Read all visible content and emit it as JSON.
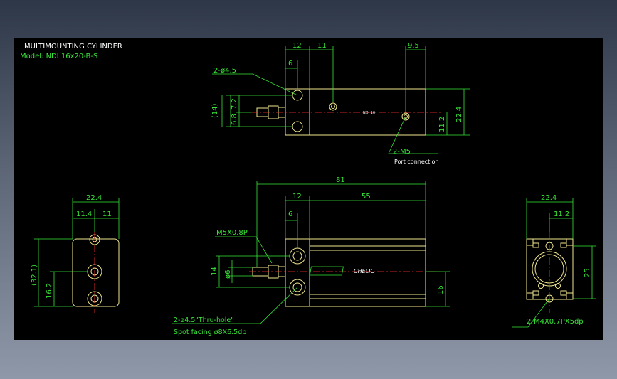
{
  "title": "MULTIMOUNTING CYLINDER",
  "model": "Model:  NDI 16x20-B-S",
  "top_view": {
    "dims": [
      "12",
      "11",
      "9.5",
      "6",
      "(14)",
      "6.8",
      "7.2",
      "11.2",
      "22.4"
    ],
    "hole_label": "2-ø4.5",
    "port_label": "2-M5",
    "port_note": "Port connection",
    "body_mark": "NDI 16"
  },
  "front_view": {
    "dims": [
      "81",
      "12",
      "55",
      "6",
      "14",
      "ø6",
      "16"
    ],
    "thread_label": "M5X0.8P",
    "hole_label": "2-ø4.5\"Thru-hole\"",
    "spot_label": "Spot facing  ø8X6.5dp",
    "brand": "CHELIC"
  },
  "left_view": {
    "dims": [
      "22.4",
      "11.4",
      "11",
      "(32.1)",
      "16.2"
    ]
  },
  "right_view": {
    "dims": [
      "22.4",
      "11.2",
      "25"
    ],
    "tap_label": "2-M4X0.7PX5dp"
  },
  "colors": {
    "background": "#000000",
    "dimension": "#37e437",
    "outline": "#f0e68c",
    "centerline": "#ff3030",
    "title_text": "#ffffff"
  }
}
